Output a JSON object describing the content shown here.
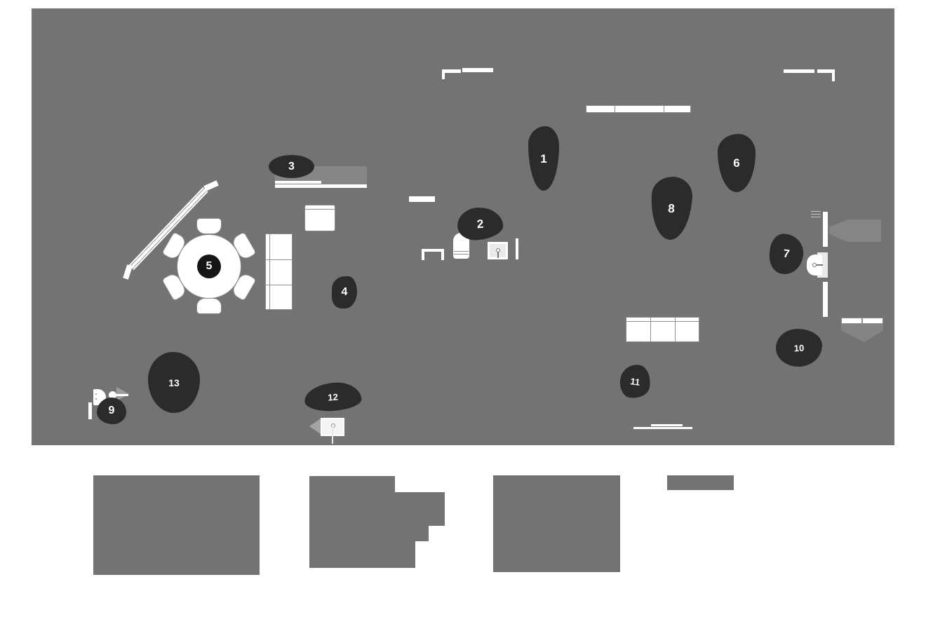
{
  "plan": {
    "background_color": "#737373",
    "marker_color": "#2b2b2b",
    "marker_text_color": "#ffffff",
    "furniture_color": "#ffffff"
  },
  "markers": [
    {
      "label": "1"
    },
    {
      "label": "2"
    },
    {
      "label": "3"
    },
    {
      "label": "4"
    },
    {
      "label": "5"
    },
    {
      "label": "6"
    },
    {
      "label": "7"
    },
    {
      "label": "8"
    },
    {
      "label": "9"
    },
    {
      "label": "10"
    },
    {
      "label": "11"
    },
    {
      "label": "12"
    },
    {
      "label": "13"
    }
  ],
  "furniture_icons": [
    "staircase",
    "round-dining-table",
    "dining-chair",
    "sofa-3seat-vertical",
    "loveseat",
    "desk-counter",
    "wall-shelf",
    "console-table",
    "toilet",
    "side-table-with-pin",
    "wall-segment",
    "cabinet-3door",
    "sofa-3seat",
    "sliding-door",
    "door-leaf",
    "pedestal-sink",
    "hand-sink",
    "paper-holder",
    "whiteboard-stand"
  ],
  "legend": {
    "blocks": 4
  }
}
